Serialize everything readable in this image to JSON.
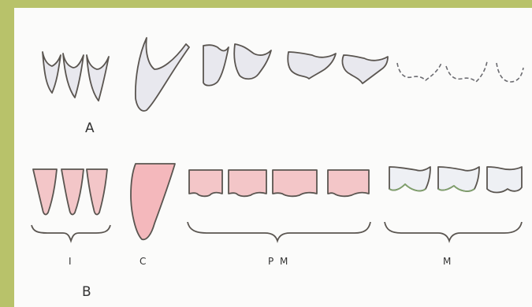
{
  "figure": {
    "row_a_label": "A",
    "row_b_label": "B",
    "group_labels": {
      "incisors": "I",
      "canine": "C",
      "premolars": "P M",
      "molars": "M"
    }
  },
  "colors": {
    "background_border": "#b8c26a",
    "panel": "#fbfbfa",
    "outline": "#5a5550",
    "enamel_pink": "#f3c6c8",
    "canine_pink": "#f4b8bc",
    "gray_fill": "#e8e8ee",
    "molar_green_edge": "#7fa36a"
  }
}
